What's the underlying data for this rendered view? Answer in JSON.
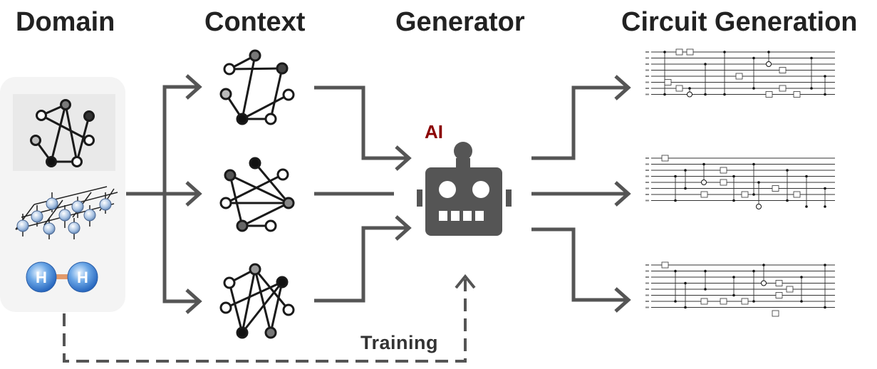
{
  "headings": {
    "domain": "Domain",
    "context": "Context",
    "generator": "Generator",
    "circuit_generation": "Circuit Generation"
  },
  "labels": {
    "ai": "AI",
    "training": "Training",
    "atom": "H"
  },
  "colors": {
    "arrow": "#555555",
    "robot": "#555555",
    "ai_label": "#8b0000",
    "domain_panel": "#f4f4f4"
  },
  "icons": [
    "graph-icon",
    "spin-lattice-icon",
    "h2-molecule-icon",
    "robot-icon",
    "quantum-circuit-icon"
  ]
}
